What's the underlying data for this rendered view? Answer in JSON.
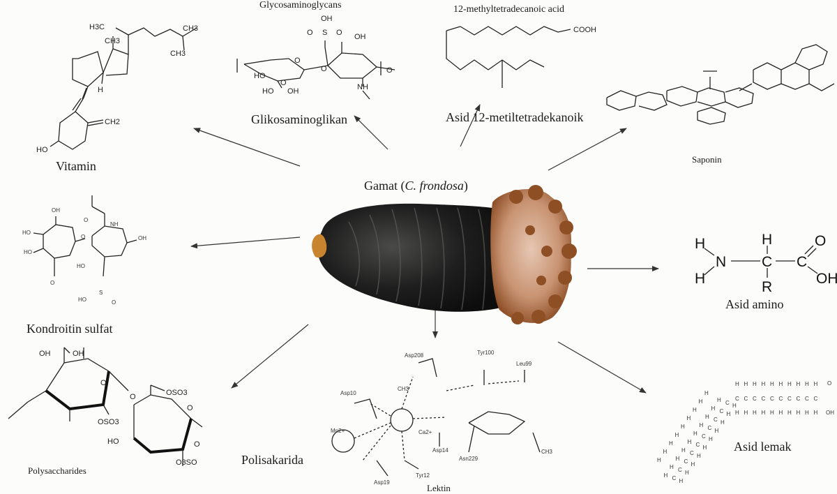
{
  "center": {
    "label_prefix": "Gamat (",
    "label_species": "C. frondosa",
    "label_suffix": ")"
  },
  "nodes": {
    "vitamin": {
      "label": "Vitamin"
    },
    "glycosaminoglycan": {
      "label": "Glikosaminoglikan",
      "caption": "Glycosaminoglycans"
    },
    "fatty_acid_12": {
      "label": "Asid 12-metiltetradekanoik",
      "caption": "12-methyltetradecanoic acid",
      "group": "COOH"
    },
    "saponin": {
      "label": "Saponin"
    },
    "chondroitin": {
      "label": "Kondroitin sulfat"
    },
    "amino_acid": {
      "label": "Asid amino"
    },
    "polysaccharide": {
      "label": "Polisakarida",
      "caption": "Polysaccharides"
    },
    "lectin": {
      "label": "Lektin"
    },
    "fatty_acid": {
      "label": "Asid lemak"
    }
  },
  "atoms": {
    "vitamin": [
      "H3C",
      "CH3",
      "CH3",
      "CH3",
      "H",
      "HO",
      "CH2"
    ],
    "gag": [
      "OH",
      "O",
      "S",
      "O",
      "OH",
      "HO",
      "O",
      "O",
      "HO",
      "OH",
      "NH",
      "O",
      "O"
    ],
    "chondroitin": [
      "OH",
      "NH",
      "HO",
      "O",
      "OH",
      "HO",
      "HO",
      "O",
      "O",
      "HO",
      "S",
      "O"
    ],
    "amino": [
      "H",
      "N",
      "H",
      "H",
      "C",
      "C",
      "O",
      "R",
      "OH"
    ],
    "poly": [
      "OH",
      "OH",
      "O",
      "O",
      "OSO3",
      "O",
      "OSO3",
      "HO",
      "O",
      "O3SO"
    ],
    "lectin": [
      "Asp208",
      "Tyr100",
      "Leu99",
      "Asp10",
      "CH3",
      "Mn2+",
      "Ca2+",
      "Asp14",
      "Asp19",
      "Tyr12",
      "Asn229",
      "CH3"
    ],
    "lipid": [
      "H",
      "C",
      "O",
      "OH"
    ]
  }
}
